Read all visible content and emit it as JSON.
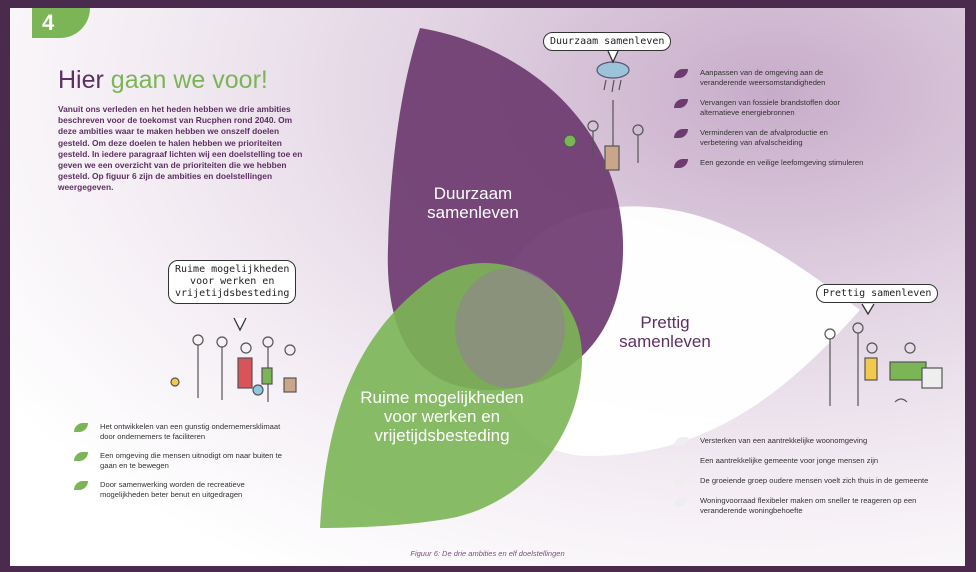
{
  "badge_number": "4",
  "title": {
    "part1": "Hier",
    "part2": "gaan we voor!"
  },
  "intro_text": "Vanuit ons verleden en het heden hebben we drie ambities beschreven voor de toekomst van Rucphen rond 2040. Om deze ambities waar te maken hebben we onszelf doelen gesteld. Om deze doelen te halen hebben we prioriteiten gesteld. In iedere paragraaf lichten wij een doelstelling toe en geven we een overzicht van de prioriteiten die we hebben gesteld. Op figuur 6 zijn de ambities en doelstellingen weergegeven.",
  "petals": {
    "purple": {
      "line1": "Duurzaam",
      "line2": "samenleven"
    },
    "white": {
      "line1": "Prettig",
      "line2": "samenleven"
    },
    "green": {
      "line1": "Ruime mogelijkheden",
      "line2": "voor werken en",
      "line3": "vrijetijdsbesteding"
    }
  },
  "speech_bubbles": {
    "top": "Duurzaam samenleven",
    "right": "Prettig samenleven",
    "left_line1": "Ruime mogelijkheden",
    "left_line2": "voor werken en",
    "left_line3": "vrijetijdsbesteding"
  },
  "lists": {
    "purple": [
      "Aanpassen van de omgeving aan de veranderende weersomstandigheden",
      "Vervangen van fossiele brandstoffen door alternatieve energiebronnen",
      "Verminderen van de afvalproductie en verbetering van afvalscheiding",
      "Een gezonde en veilige leefomgeving stimuleren"
    ],
    "green": [
      "Het ontwikkelen van een gunstig ondernemersklimaat door ondernemers te faciliteren",
      "Een omgeving die mensen uitnodigt om naar buiten te gaan en te bewegen",
      "Door samenwerking worden de recreatieve mogelijkheden beter benut en uitgedragen"
    ],
    "white": [
      "Versterken van een aantrekkelijke woonomgeving",
      "Een aantrekkelijke gemeente voor jonge mensen zijn",
      "De groeiende groep oudere mensen voelt zich thuis in de gemeente",
      "Woningvoorraad flexibeler maken om sneller te reageren op een veranderende woningbehoefte"
    ]
  },
  "caption": "Figuur 6: De drie ambities en elf doelstellingen",
  "colors": {
    "purple": "#6e3b70",
    "green": "#7bb555",
    "white": "#ffffff",
    "text_purple": "#5e2f63"
  },
  "icons": [
    "people-illustration",
    "rain-cloud-icon",
    "leaf-bullet-icon"
  ]
}
